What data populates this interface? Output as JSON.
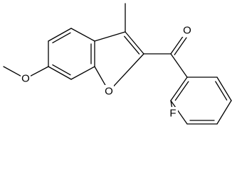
{
  "molecule": {
    "atom_labels": {
      "methoxy_oxygen": "O",
      "furan_oxygen": "O",
      "carbonyl_oxygen": "O",
      "fluorine": "F"
    }
  }
}
